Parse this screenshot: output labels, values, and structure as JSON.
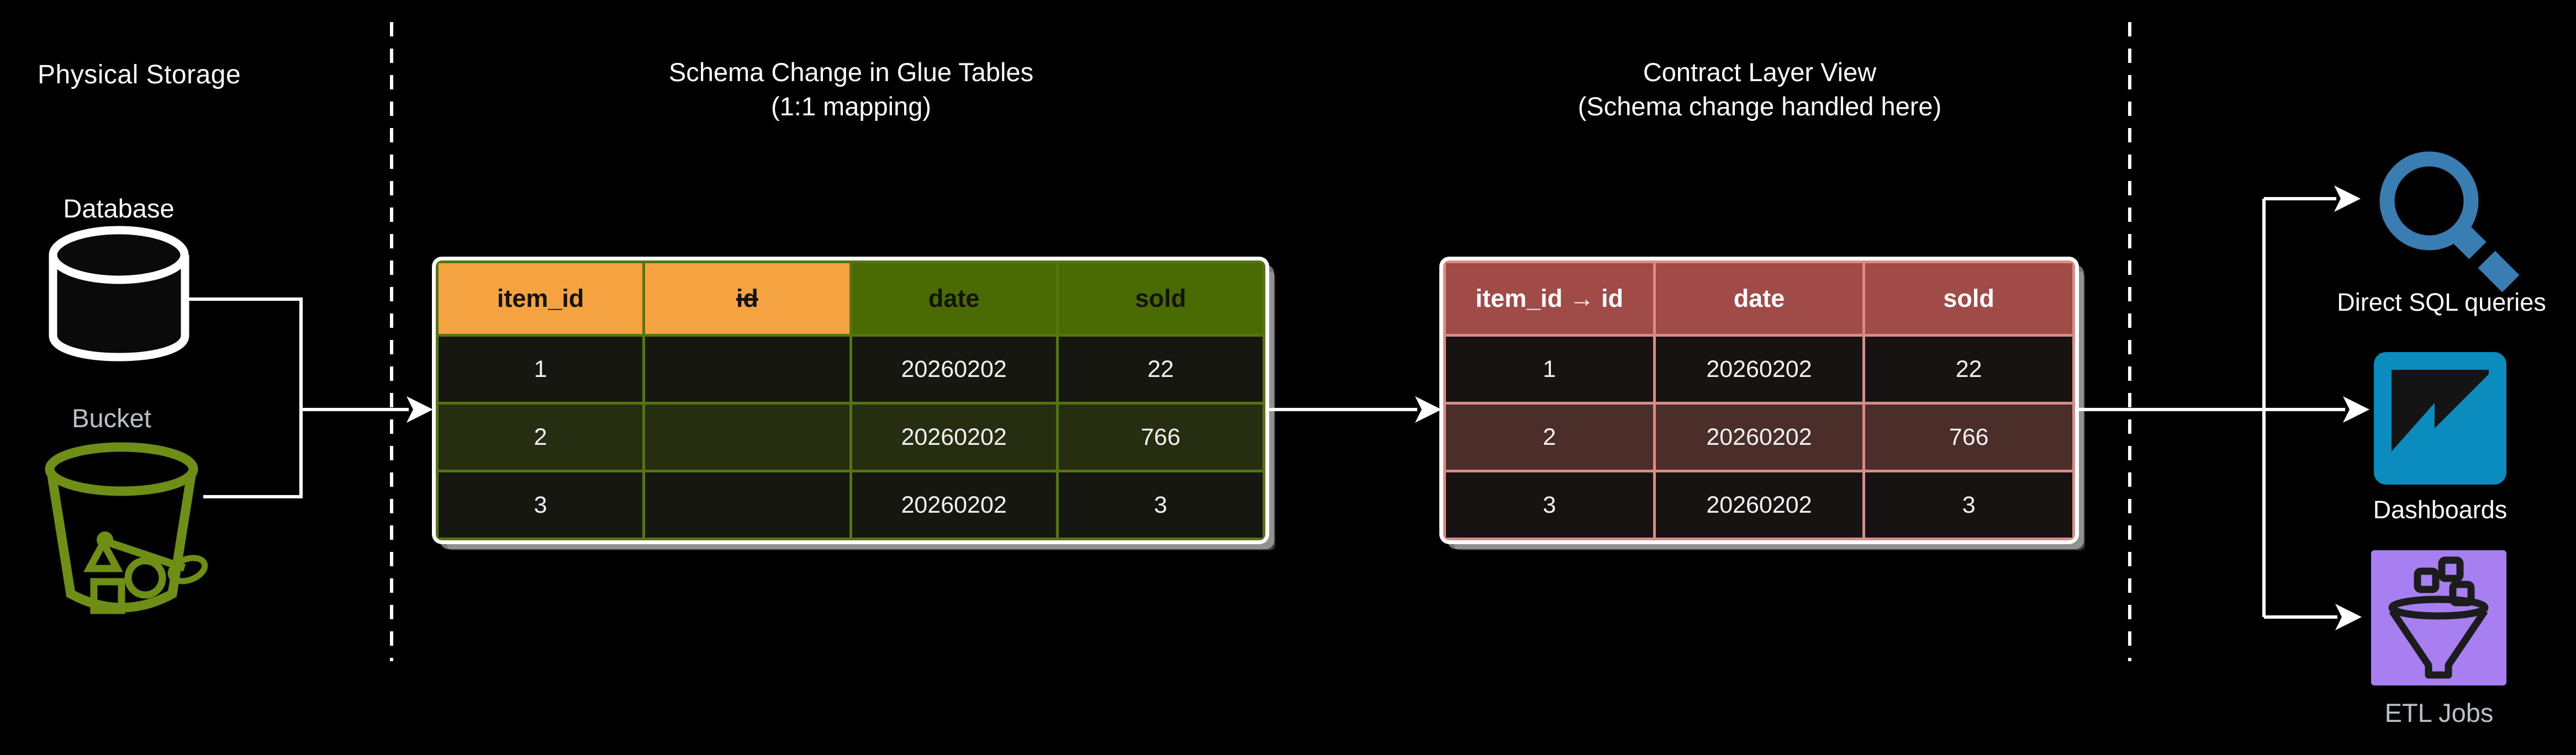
{
  "lanes": {
    "physical_storage": {
      "title": "Physical Storage",
      "database_label": "Database",
      "bucket_label": "Bucket"
    },
    "glue": {
      "title_line1": "Schema Change in Glue Tables",
      "title_line2": "(1:1 mapping)"
    },
    "contract": {
      "title_line1": "Contract Layer View",
      "title_line2": "(Schema change handled here)"
    },
    "consumers": {
      "sql_label": "Direct SQL queries",
      "dashboards_label": "Dashboards",
      "etl_label": "ETL Jobs"
    }
  },
  "glue_table": {
    "columns": [
      {
        "label": "item_id",
        "style": "orange",
        "strike": false
      },
      {
        "label": "id",
        "style": "orange",
        "strike": true
      },
      {
        "label": "date",
        "style": "green",
        "strike": false
      },
      {
        "label": "sold",
        "style": "green",
        "strike": false
      }
    ],
    "rows": [
      [
        "1",
        "",
        "20260202",
        "22"
      ],
      [
        "2",
        "",
        "20260202",
        "766"
      ],
      [
        "3",
        "",
        "20260202",
        "3"
      ]
    ]
  },
  "contract_table": {
    "columns": [
      "item_id → id",
      "date",
      "sold"
    ],
    "rows": [
      [
        "1",
        "20260202",
        "22"
      ],
      [
        "2",
        "20260202",
        "766"
      ],
      [
        "3",
        "20260202",
        "3"
      ]
    ]
  },
  "icons": {
    "database_icon": "white outlined cylinder",
    "bucket_icon": "olive S3 bucket with triangle, square, circle",
    "search_icon": "blue magnifying glass",
    "dashboards_icon": "cyan square with zigzag chart",
    "etl_funnel_icon": "black funnel with falling blocks and down arrow"
  },
  "colors": {
    "background": "#000000",
    "connector": "#ffffff",
    "glue_header_orange": "#f5a340",
    "glue_header_green": "#4a6b04",
    "glue_border": "#557413",
    "glue_stripe": "#272d11",
    "contract_header": "#a14b48",
    "contract_border": "#d98b85",
    "contract_stripe": "#4b2d2a",
    "bucket_green": "#6f8e15",
    "search_blue": "#3a7db3",
    "dashboards_cyan": "#0b8cbf",
    "etl_purple": "#a87ff0"
  }
}
